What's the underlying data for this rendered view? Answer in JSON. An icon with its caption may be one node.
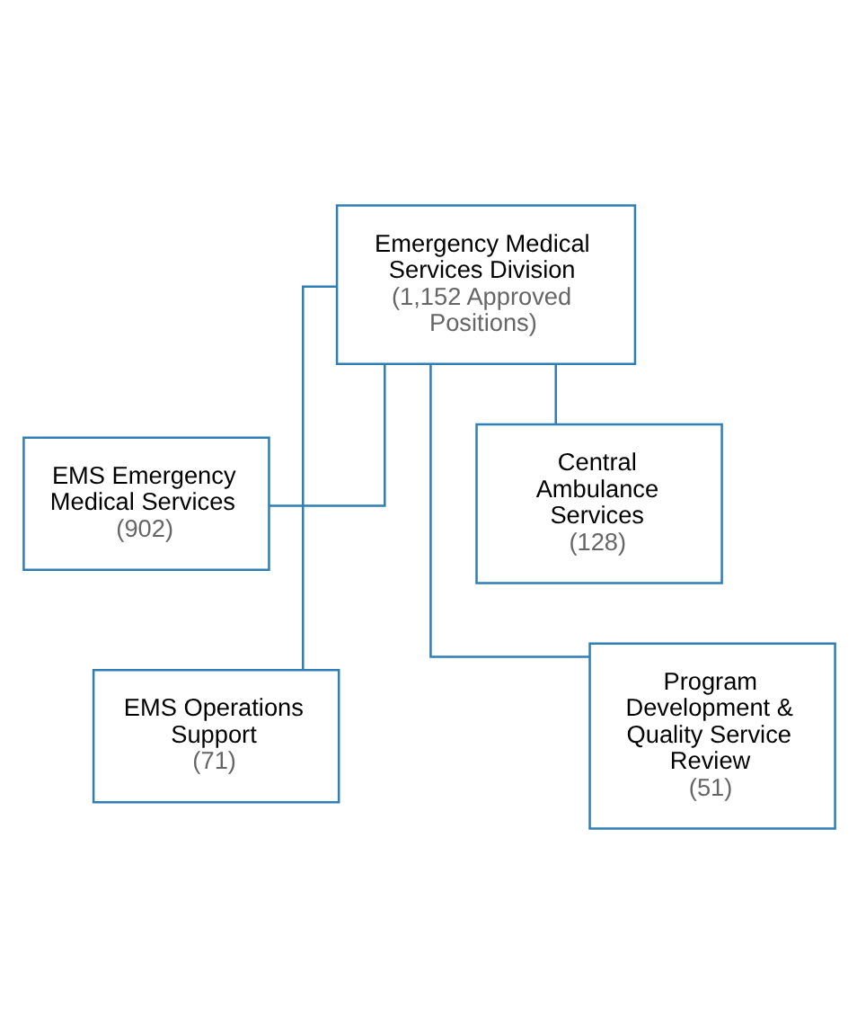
{
  "diagram": {
    "nodes": [
      {
        "text": [
          "Emergency Medical Services Division",
          "(1,152 Approved Positions)"
        ]
      },
      {
        "text": [
          "EMS Emergency Medical Services",
          "(902)"
        ]
      },
      {
        "text": [
          "Central Ambulance Services",
          "(128)"
        ]
      },
      {
        "text": [
          "EMS Operations Support",
          "(71)"
        ]
      },
      {
        "text": [
          "Program Development & Quality Service Review",
          "(51)"
        ]
      }
    ],
    "edges": [
      {
        "from": 0,
        "to": 1,
        "arrow": "none"
      },
      {
        "from": 0,
        "to": 2,
        "arrow": "none"
      },
      {
        "from": 0,
        "to": 3,
        "arrow": "none"
      },
      {
        "from": 0,
        "to": 4,
        "arrow": "none"
      }
    ]
  }
}
